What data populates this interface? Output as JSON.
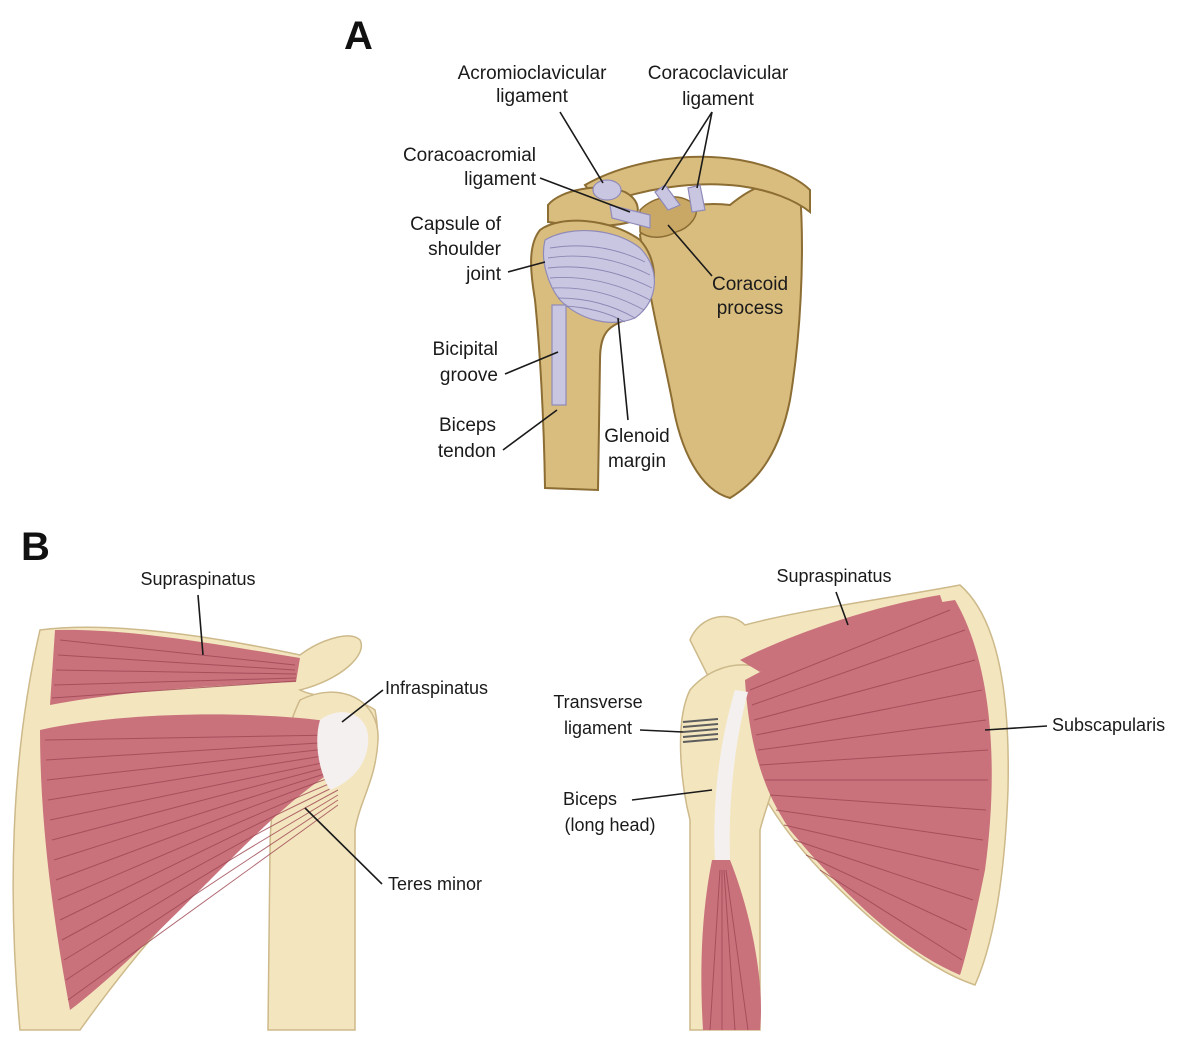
{
  "panel_a": {
    "letter": "A",
    "labels": {
      "acromioclavicular_1": "Acromioclavicular",
      "acromioclavicular_2": "ligament",
      "coracoclavicular_1": "Coracoclavicular",
      "coracoclavicular_2": "ligament",
      "coracoacromial_1": "Coracoacromial",
      "coracoacromial_2": "ligament",
      "capsule_1": "Capsule of",
      "capsule_2": "shoulder",
      "capsule_3": "joint",
      "coracoid_1": "Coracoid",
      "coracoid_2": "process",
      "bicipital_1": "Bicipital",
      "bicipital_2": "groove",
      "biceps_tendon_1": "Biceps",
      "biceps_tendon_2": "tendon",
      "glenoid_1": "Glenoid",
      "glenoid_2": "margin"
    }
  },
  "panel_b": {
    "letter": "B",
    "labels": {
      "supraspinatus_left": "Supraspinatus",
      "infraspinatus": "Infraspinatus",
      "teres_minor": "Teres minor",
      "supraspinatus_right": "Supraspinatus",
      "transverse_1": "Transverse",
      "transverse_2": "ligament",
      "subscapularis": "Subscapularis",
      "biceps_long_1": "Biceps",
      "biceps_long_2": "(long head)"
    }
  },
  "colors": {
    "bone_panel_a": "#d9bd7e",
    "ligament": "#c9c6e2",
    "bone_panel_b": "#f3e6bf",
    "muscle": "#c9727c"
  }
}
